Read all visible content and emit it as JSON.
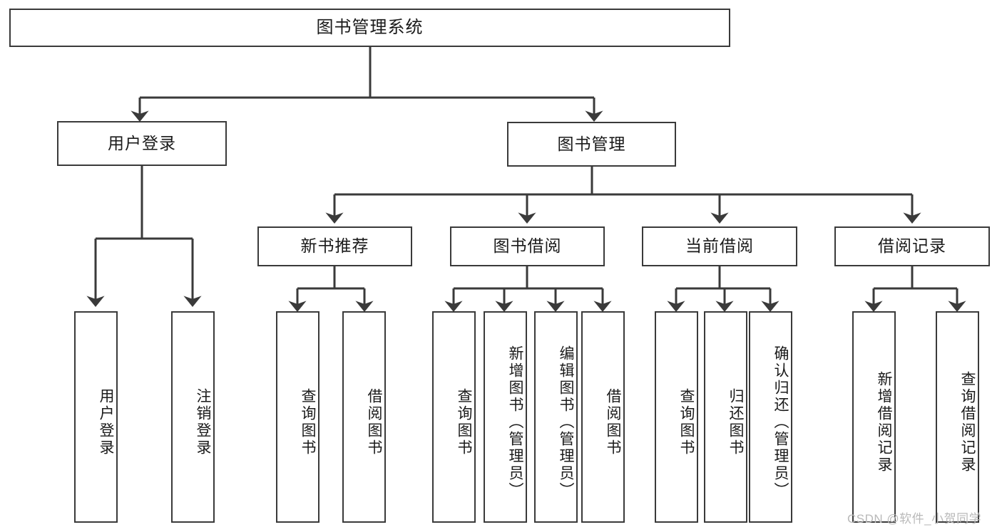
{
  "diagram": {
    "title": "图书管理系统",
    "type": "hierarchy-tree",
    "watermark": "CSDN @软件_小贺同学",
    "colors": {
      "box_border": "#3a3a3a",
      "box_fill": "#ffffff",
      "connector": "#3a3a3a",
      "text": "#1a1a1a",
      "watermark": "#b9b9b9"
    },
    "root": {
      "label": "图书管理系统"
    },
    "level2": [
      {
        "label": "用户登录"
      },
      {
        "label": "图书管理"
      }
    ],
    "level3": [
      {
        "label": "新书推荐"
      },
      {
        "label": "图书借阅"
      },
      {
        "label": "当前借阅"
      },
      {
        "label": "借阅记录"
      }
    ],
    "leaves": {
      "user_login": [
        {
          "label": "用户登录"
        },
        {
          "label": "注销登录"
        }
      ],
      "new_book_recommend": [
        {
          "label": "查询图书"
        },
        {
          "label": "借阅图书"
        }
      ],
      "book_borrow": [
        {
          "label": "查询图书"
        },
        {
          "label": "新增图书（管理员）"
        },
        {
          "label": "编辑图书（管理员）"
        },
        {
          "label": "借阅图书"
        }
      ],
      "current_borrow": [
        {
          "label": "查询图书"
        },
        {
          "label": "归还图书"
        },
        {
          "label": "确认归还（管理员）"
        }
      ],
      "borrow_records": [
        {
          "label": "新增借阅记录"
        },
        {
          "label": "查询借阅记录"
        }
      ]
    }
  }
}
